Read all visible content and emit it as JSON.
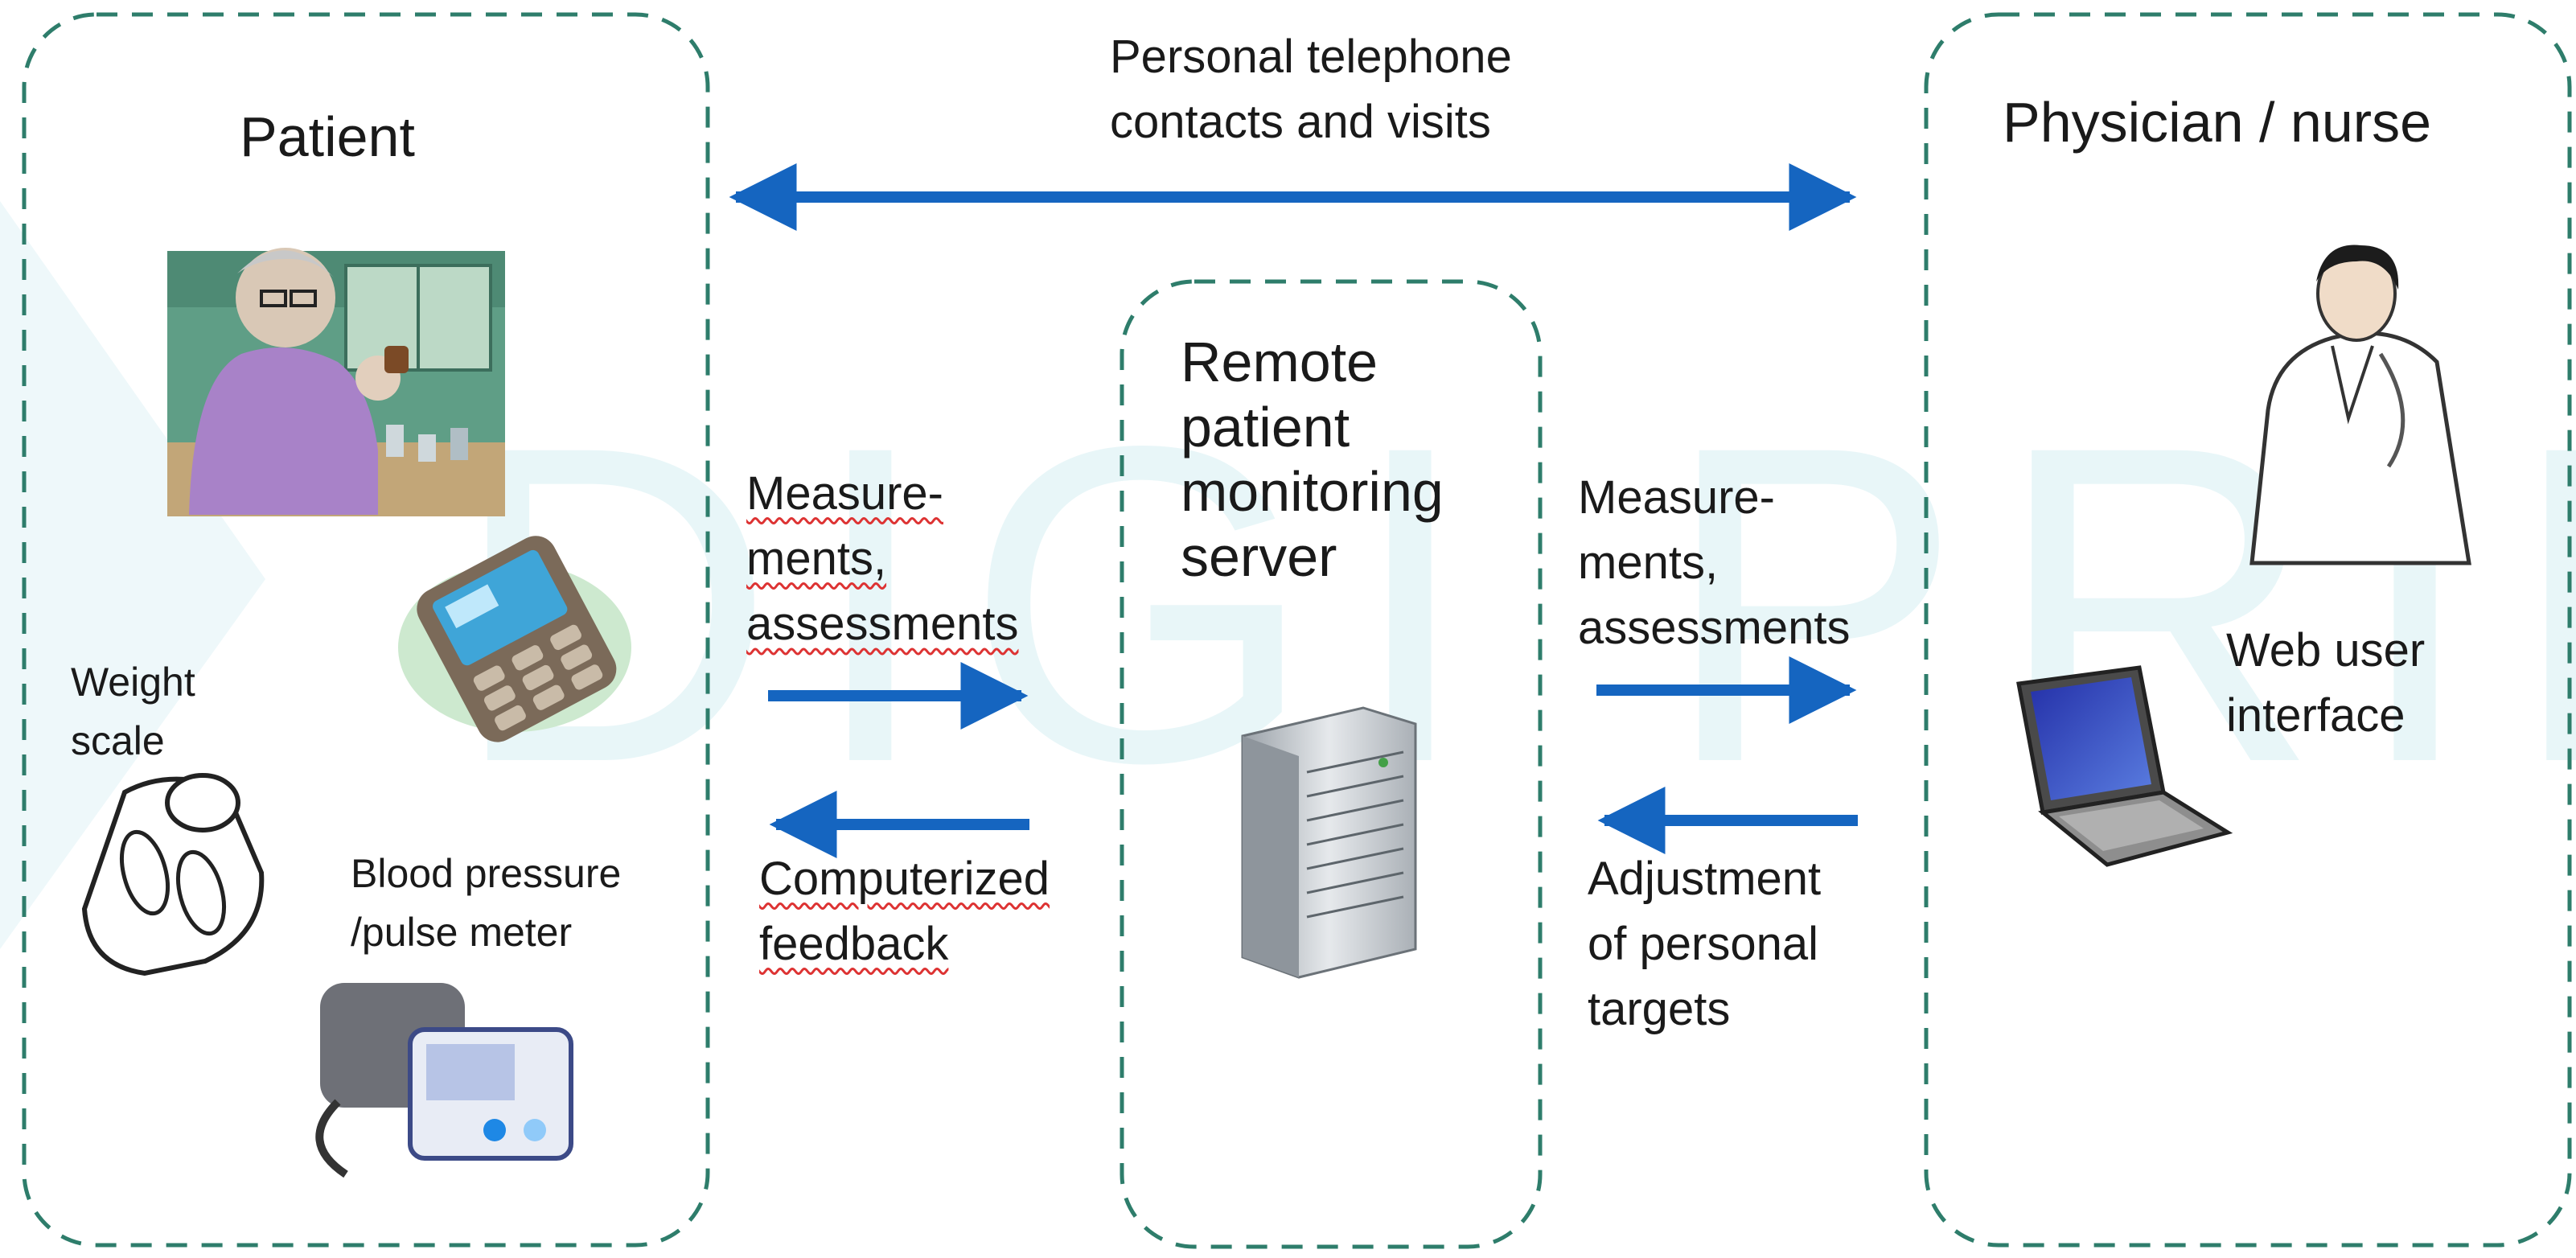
{
  "actors": {
    "patient": {
      "title": "Patient",
      "devices": {
        "weight_scale": "Weight\nscale",
        "blood_pressure": "Blood pressure\n/pulse meter"
      }
    },
    "server": {
      "title": "Remote\npatient\nmonitoring\nserver"
    },
    "clinician": {
      "title": "Physician / nurse",
      "interface_label": "Web user\ninterface"
    }
  },
  "flows": {
    "personal_contact": "Personal telephone\ncontacts and visits",
    "patient_to_server": "Measure-\nments,\nassessments",
    "server_to_patient": "Computerized\nfeedback",
    "server_to_clinician": "Measure-\nments,\nassessments",
    "clinician_to_server": "Adjustment\nof personal\ntargets"
  },
  "watermark": "DIGI PRIMA",
  "colors": {
    "arrow": "#1565c0",
    "dashed_border": "#2e7d6b",
    "watermark": "#e8f6f8"
  }
}
